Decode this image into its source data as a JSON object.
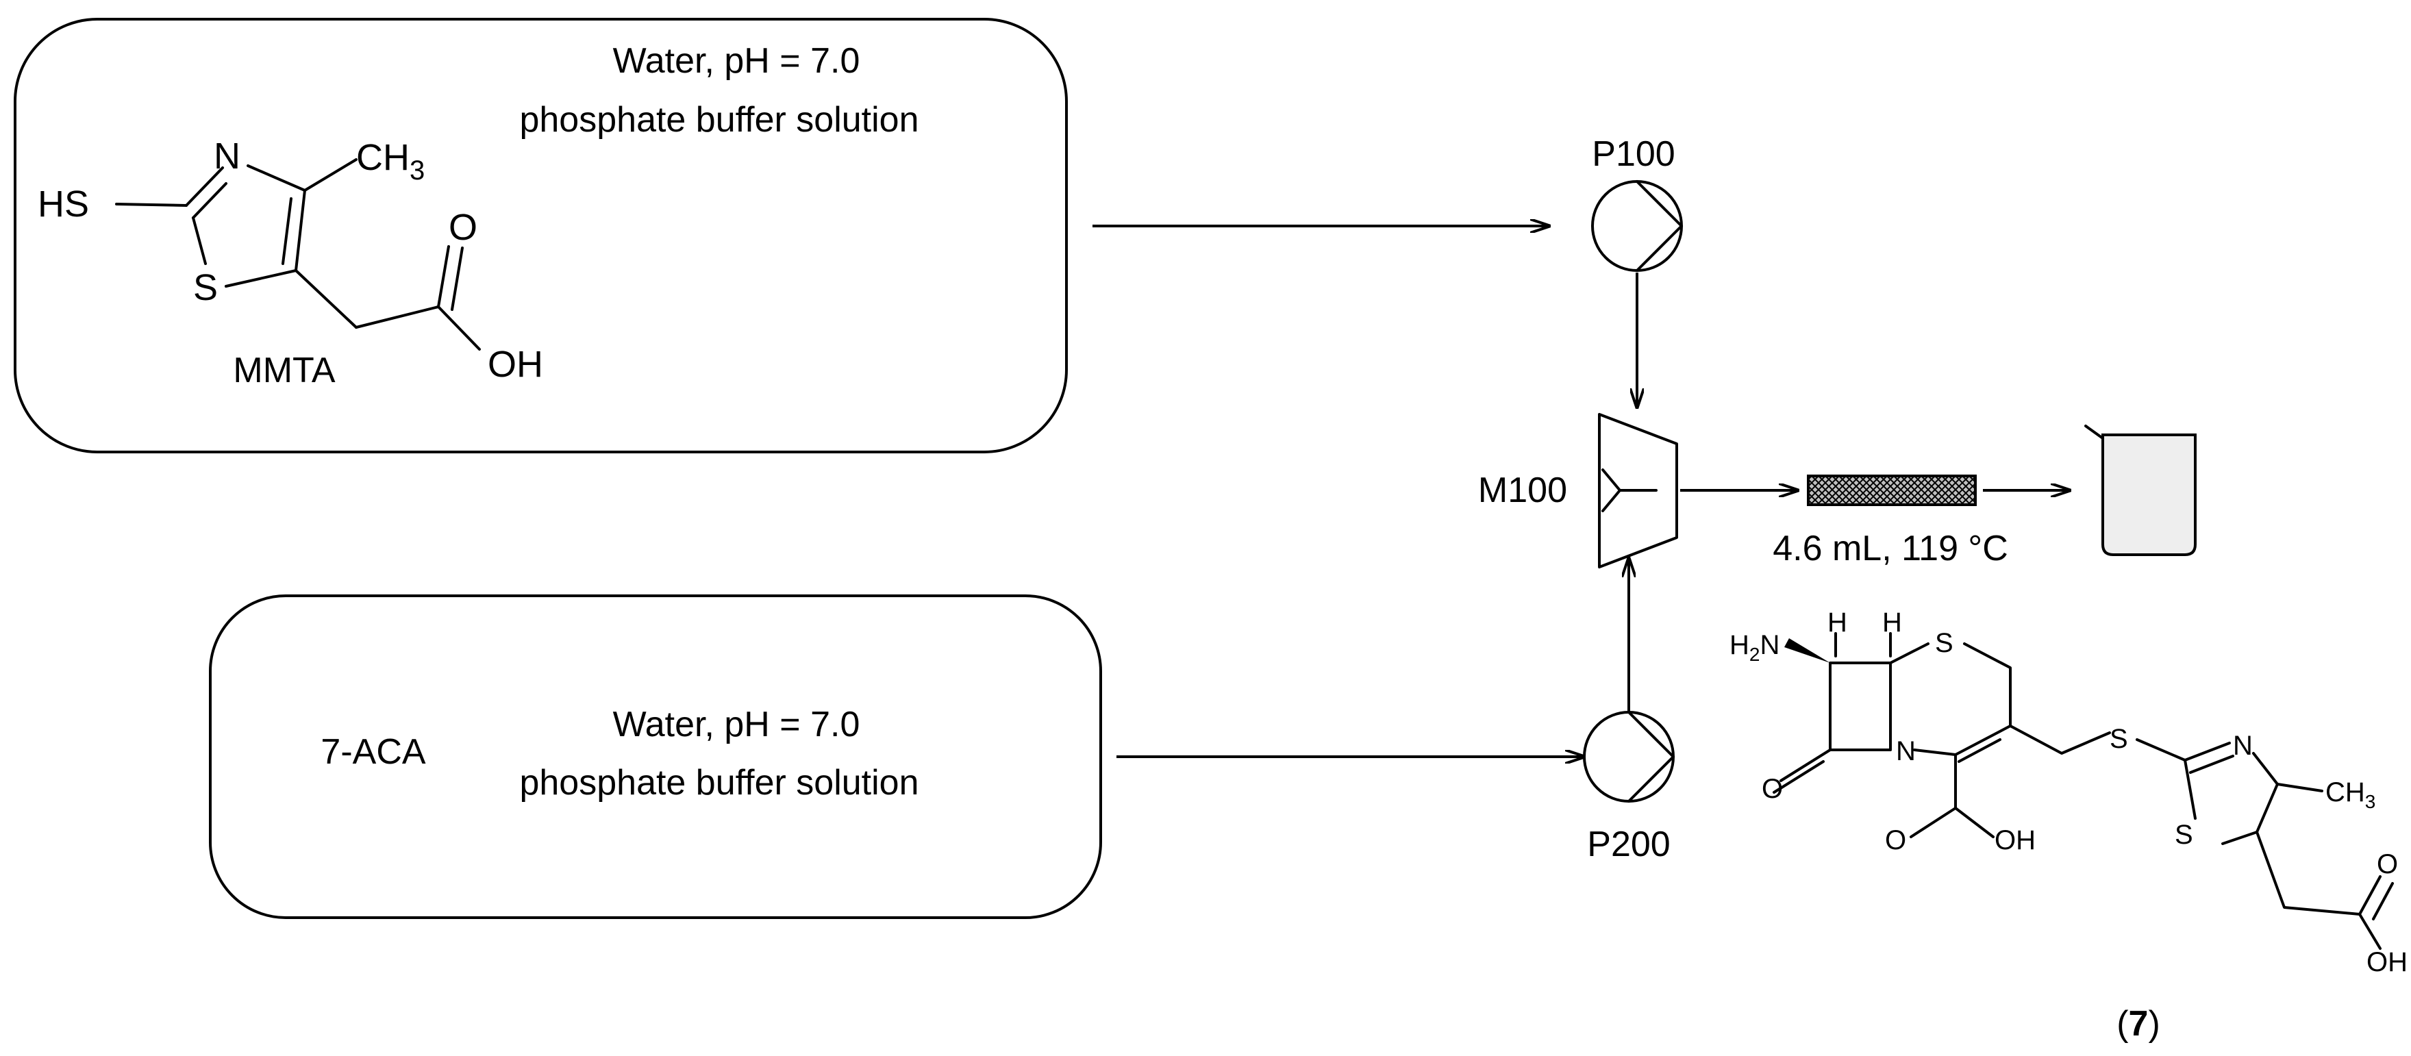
{
  "feed_top": {
    "conditions_line1": "Water, pH = 7.0",
    "conditions_line2": "phosphate buffer solution",
    "compound_name": "MMTA",
    "atoms": {
      "hs": "HS",
      "n": "N",
      "s": "S",
      "ch3": "CH",
      "ch3_sub": "3",
      "o": "O",
      "oh": "OH"
    }
  },
  "feed_bottom": {
    "reagent": "7-ACA",
    "conditions_line1": "Water, pH = 7.0",
    "conditions_line2": "phosphate buffer solution"
  },
  "equipment": {
    "pump_top": "P100",
    "pump_bottom": "P200",
    "mixer": "M100",
    "reactor_conditions": "4.6 mL, 119 °C"
  },
  "product": {
    "label_open": "(",
    "label_number": "7",
    "label_close": ")",
    "atoms": {
      "h2": "H",
      "h2_sub": "2",
      "nh": "N",
      "h_a": "H",
      "h_b": "H",
      "s_ring": "S",
      "n_ring": "N",
      "o_carbonyl": "O",
      "o_acid": "O",
      "oh_acid": "OH",
      "s_link": "S",
      "n_thz": "N",
      "s_thz": "S",
      "ch3": "CH",
      "ch3_sub": "3",
      "o_tail": "O",
      "oh_tail": "OH"
    }
  }
}
